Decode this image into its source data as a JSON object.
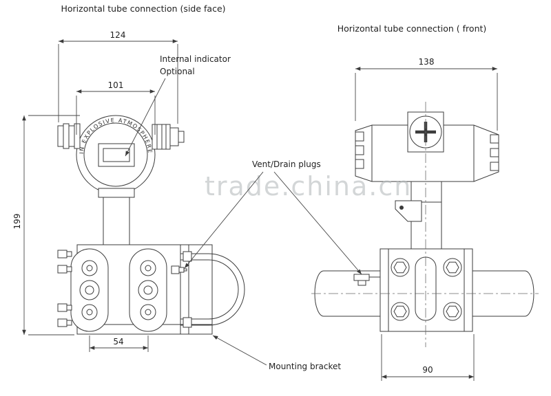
{
  "titles": {
    "side": "Horizontal tube connection (side face)",
    "front": "Horizontal tube connection ( front)"
  },
  "dimensions": {
    "side_overall_width": "124",
    "side_housing_width": "101",
    "side_height": "199",
    "side_flange_spacing": "54",
    "front_width": "138",
    "front_bracket_width": "90"
  },
  "annotations": {
    "internal_indicator_line1": "Internal indicator",
    "internal_indicator_line2": "Optional",
    "vent_drain_plugs": "Vent/Drain plugs",
    "mounting_bracket": "Mounting bracket"
  },
  "device_text": "IN EXPLOSIVE ATMOSPHERE",
  "watermark": "trade.china.cn",
  "colors": {
    "line": "#3b3b3b",
    "watermark": "#b7bbbe",
    "background": "#ffffff"
  }
}
